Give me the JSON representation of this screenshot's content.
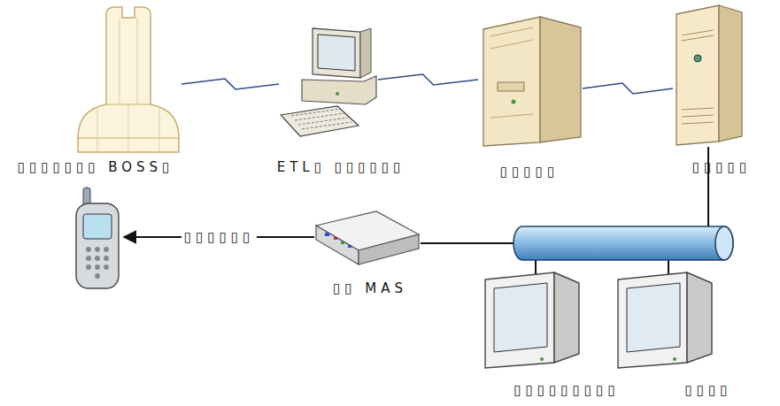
{
  "diagram": {
    "nodes": [
      {
        "text": [
          "▯▯▯▯▯▯▯ BOSS▯"
        ]
      },
      {
        "text": [
          "ETL▯ ▯▯▯▯▯▯"
        ]
      },
      {
        "text": [
          "▯▯▯▯▯"
        ]
      },
      {
        "text": [
          "▯▯▯▯▯"
        ]
      },
      {
        "text": []
      },
      {
        "text": [
          "▯▯ MAS"
        ]
      },
      {
        "text": [
          "▯▯▯▯▯▯▯▯▯"
        ]
      },
      {
        "text": [
          "▯▯▯▯"
        ]
      }
    ],
    "edges": [
      {
        "from": 0,
        "to": 1,
        "arrow": "none"
      },
      {
        "from": 1,
        "to": 2,
        "arrow": "none"
      },
      {
        "from": 2,
        "to": 3,
        "arrow": "none"
      },
      {
        "from": 3,
        "to": 5,
        "arrow": "none"
      },
      {
        "from": 3,
        "to": 6,
        "arrow": "none"
      },
      {
        "from": 3,
        "to": 7,
        "arrow": "none"
      },
      {
        "from": 5,
        "to": 4,
        "label": "▯▯▯▯▯▯",
        "arrow": "to"
      }
    ]
  }
}
